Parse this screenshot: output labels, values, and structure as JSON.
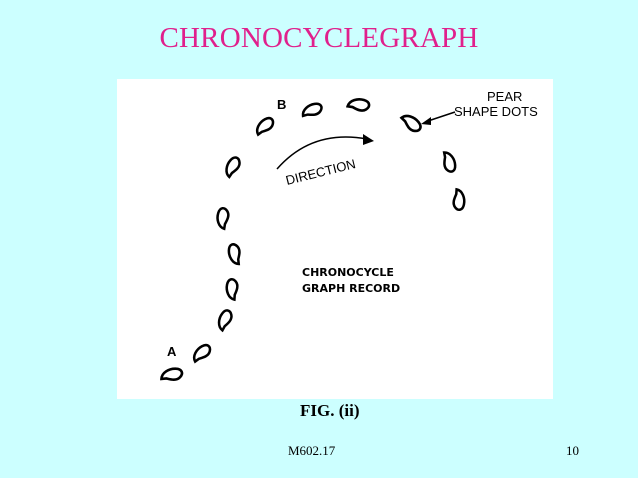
{
  "slide": {
    "title": "CHRONOCYCLEGRAPH",
    "caption": "FIG. (ii)",
    "footer_code": "M602.17",
    "page_number": "10",
    "background_color": "#ccffff",
    "title_color": "#e0208c"
  },
  "diagram": {
    "label_b": "B",
    "label_a": "A",
    "pear_label_line1": "PEAR",
    "pear_label_line2": "SHAPE DOTS",
    "direction_label": "DIRECTION",
    "record_label_line1": "CHRONOCYCLE",
    "record_label_line2": "GRAPH RECORD",
    "dot_icon": "pear-shape-dot-icon"
  }
}
